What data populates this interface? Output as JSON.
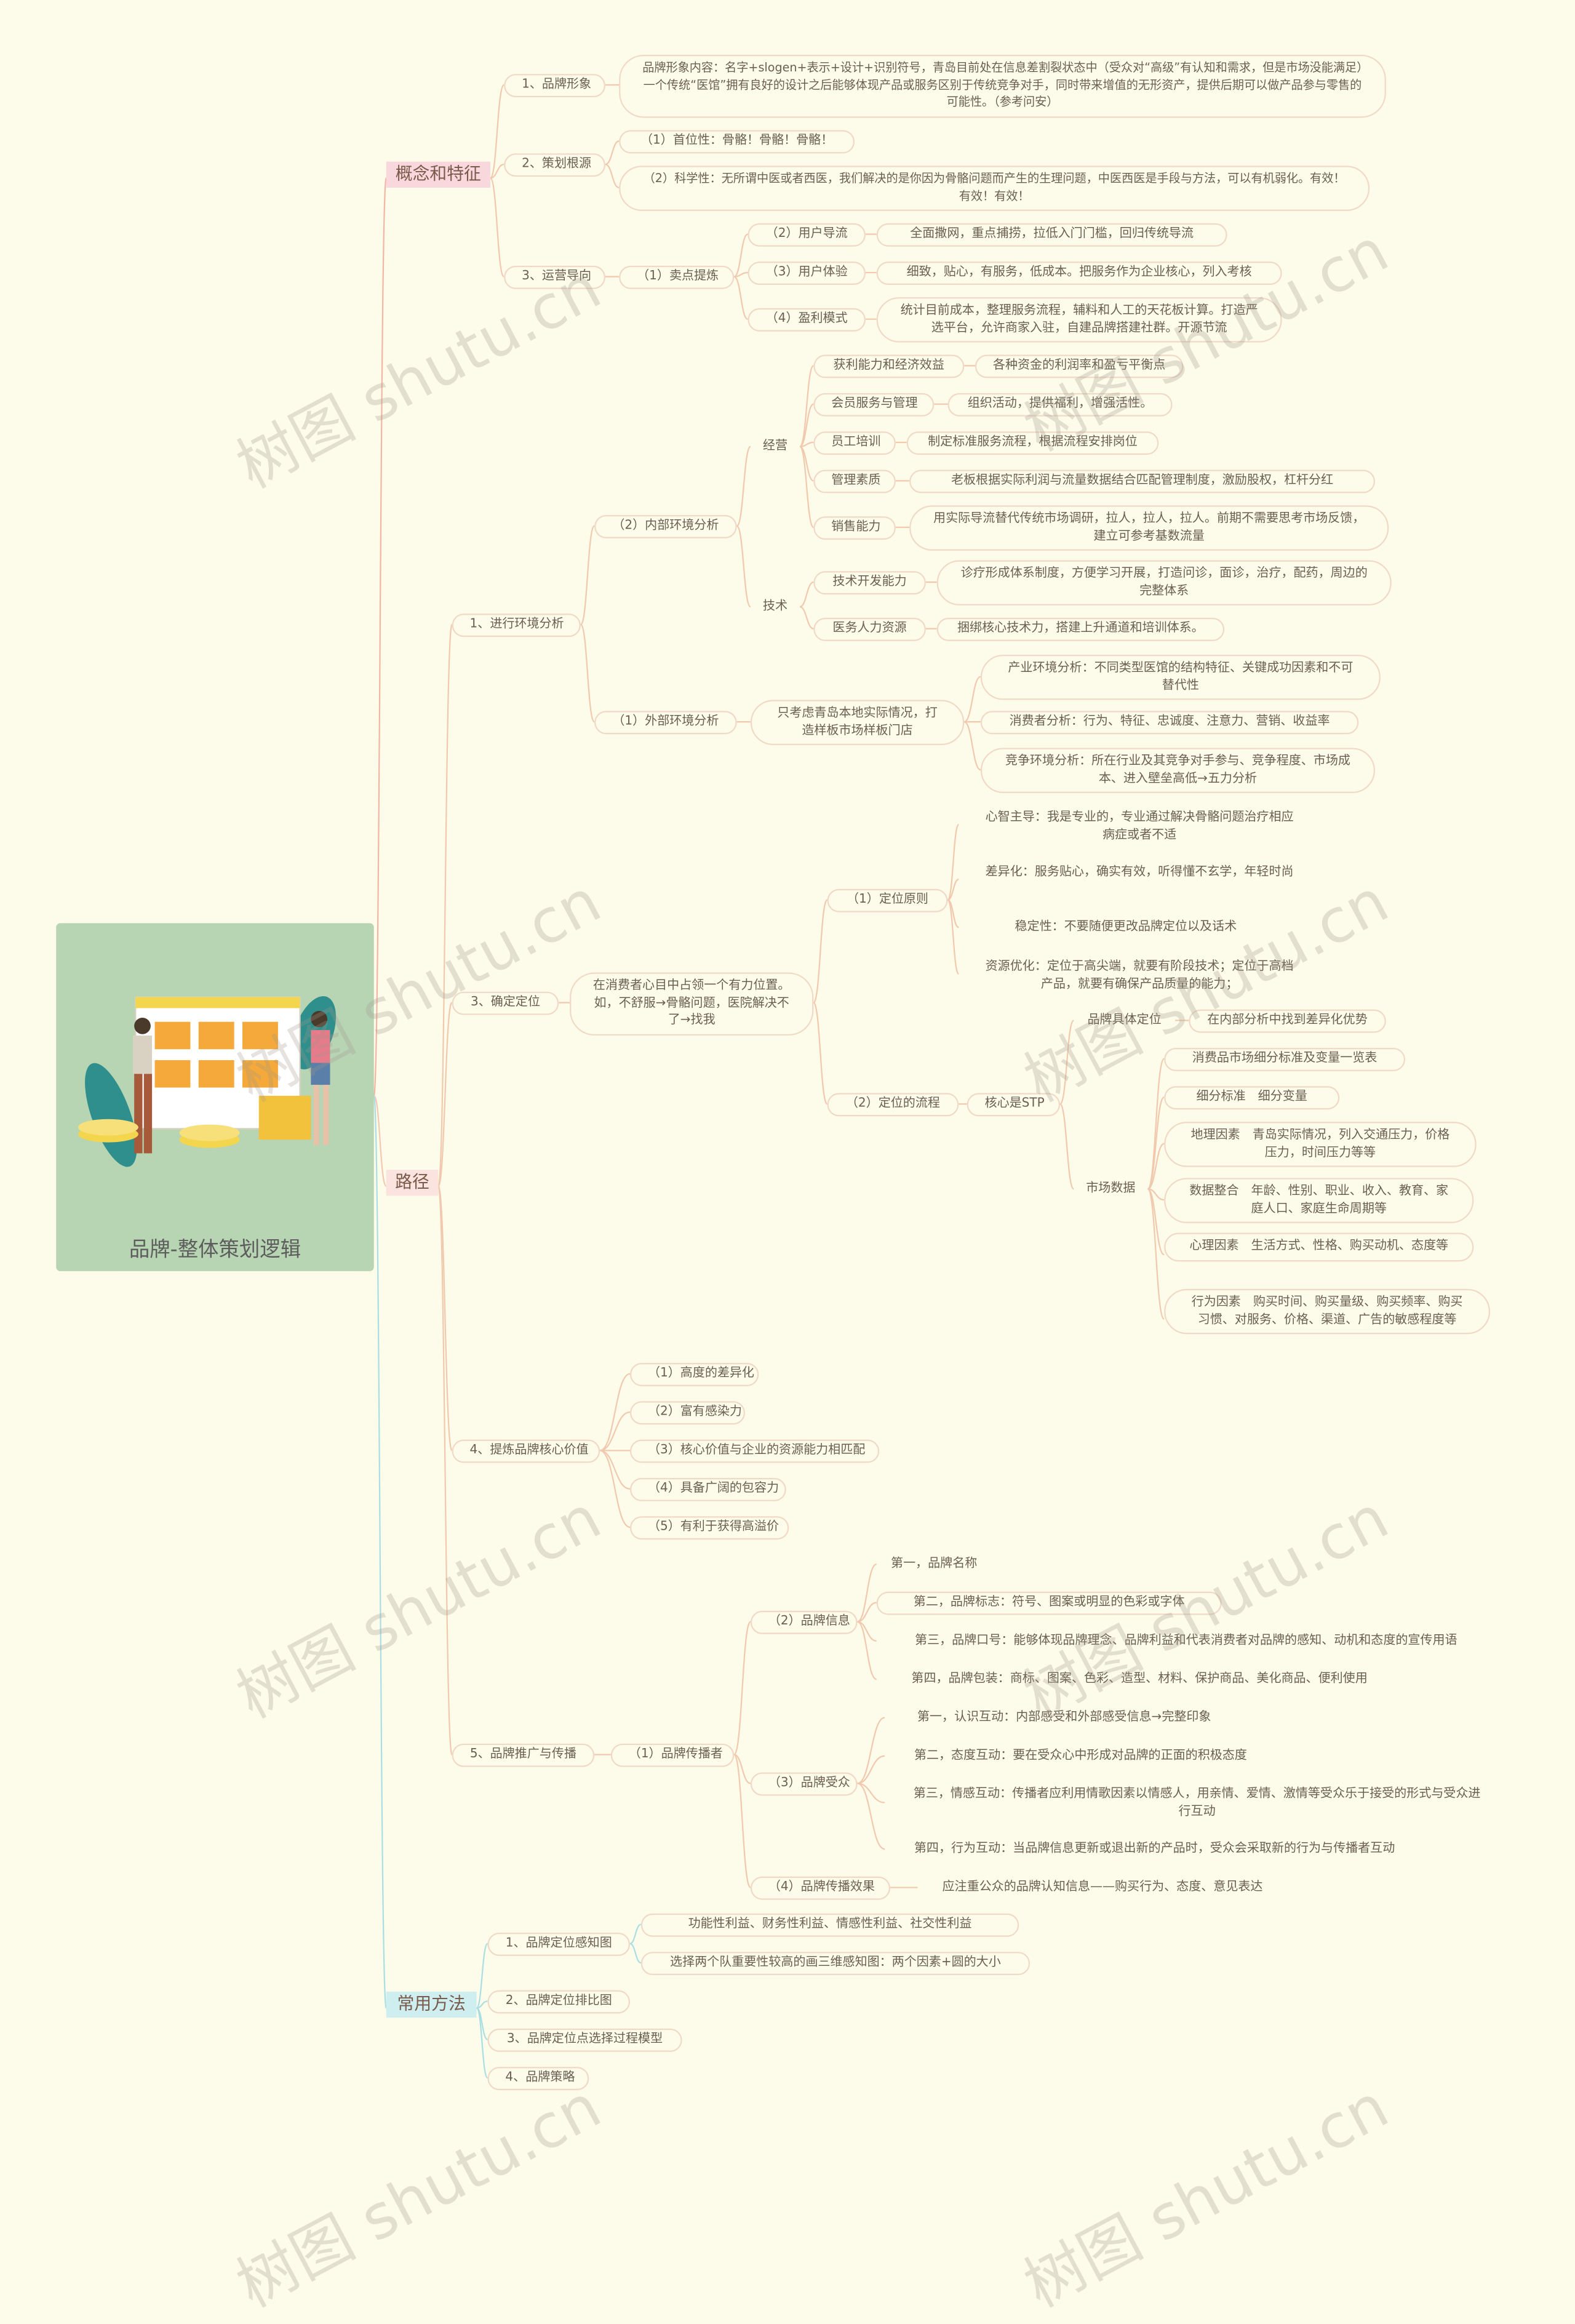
{
  "root": {
    "title": "品牌-整体策划逻辑",
    "illustration": "two-people-presenting-board-illustration"
  },
  "watermark": "树图 shutu.cn",
  "branches": {
    "concept": {
      "label": "概念和特征",
      "brand_image": {
        "label": "1、品牌形象",
        "text": "品牌形象内容：名字+slogen+表示+设计+识别符号，青岛目前处在信息差割裂状态中（受众对“高级”有认知和需求，但是市场没能满足）一个传统“医馆”拥有良好的设计之后能够体现产品或服务区别于传统竞争对手，同时带来增值的无形资产，提供后期可以做产品参与零售的可能性。（参考问安）"
      },
      "planning_basis": {
        "label": "2、策划根源",
        "item1": "（1）首位性：骨骼！骨骼！骨骼！",
        "item2": "（2）科学性：无所谓中医或者西医，我们解决的是你因为骨骼问题而产生的生理问题，中医西医是手段与方法，可以有机弱化。有效！有效！有效！"
      },
      "operation": {
        "label": "3、运营导向",
        "selling_point": "（1）卖点提炼",
        "flow": {
          "label": "（2）用户导流",
          "text": "全面撒网，重点捕捞，拉低入门门槛，回归传统导流"
        },
        "experience": {
          "label": "（3）用户体验",
          "text": "细致，贴心，有服务，低成本。把服务作为企业核心，列入考核"
        },
        "profit": {
          "label": "（4）盈利模式",
          "text": "统计目前成本，整理服务流程，辅料和人工的天花板计算。打造严选平台，允许商家入驻，自建品牌搭建社群。开源节流"
        }
      }
    },
    "path": {
      "label": "路径",
      "env": {
        "label": "1、进行环境分析",
        "internal": {
          "label": "（2）内部环境分析",
          "operation": {
            "label": "经营",
            "items": [
              {
                "label": "获利能力和经济效益",
                "text": "各种资金的利润率和盈亏平衡点"
              },
              {
                "label": "会员服务与管理",
                "text": "组织活动，提供福利，增强活性。"
              },
              {
                "label": "员工培训",
                "text": "制定标准服务流程，根据流程安排岗位"
              },
              {
                "label": "管理素质",
                "text": "老板根据实际利润与流量数据结合匹配管理制度，激励股权，杠杆分红"
              },
              {
                "label": "销售能力",
                "text": "用实际导流替代传统市场调研，拉人，拉人，拉人。前期不需要思考市场反馈，建立可参考基数流量"
              }
            ]
          },
          "tech": {
            "label": "技术",
            "items": [
              {
                "label": "技术开发能力",
                "text": "诊疗形成体系制度，方便学习开展，打造问诊，面诊，治疗，配药，周边的完整体系"
              },
              {
                "label": "医务人力资源",
                "text": "捆绑核心技术力，搭建上升通道和培训体系。"
              }
            ]
          }
        },
        "external": {
          "label": "（1）外部环境分析",
          "text": "只考虑青岛本地实际情况，打造样板市场样板门店",
          "items": [
            "产业环境分析：不同类型医馆的结构特征、关键成功因素和不可替代性",
            "消费者分析：行为、特征、忠诚度、注意力、营销、收益率",
            "竞争环境分析：所在行业及其竞争对手参与、竞争程度、市场成本、进入壁垒高低→五力分析"
          ]
        }
      },
      "positioning": {
        "label": "3、确定定位",
        "text": "在消费者心目中占领一个有力位置。如，不舒服→骨骼问题，医院解决不了→找我",
        "principles": {
          "label": "（1）定位原则",
          "items": [
            "心智主导：我是专业的，专业通过解决骨骼问题治疗相应病症或者不适",
            "差异化：服务贴心，确实有效，听得懂不玄学，年轻时尚",
            "稳定性：不要随便更改品牌定位以及话术",
            "资源优化：定位于高尖端，就要有阶段技术；定位于高档产品，就要有确保产品质量的能力；"
          ]
        },
        "process": {
          "label": "（2）定位的流程",
          "core": "核心是STP",
          "specific": {
            "label": "品牌具体定位",
            "text": "在内部分析中找到差异化优势"
          },
          "market": {
            "label": "市场数据",
            "items": [
              "消费品市场细分标准及变量一览表",
              "细分标准　细分变量",
              "地理因素　青岛实际情况，列入交通压力，价格压力，时间压力等等",
              "数据整合　年龄、性别、职业、收入、教育、家庭人口、家庭生命周期等",
              "心理因素　生活方式、性格、购买动机、态度等",
              "行为因素　购买时间、购买量级、购买频率、购买习惯、对服务、价格、渠道、广告的敏感程度等"
            ]
          }
        }
      },
      "core_value": {
        "label": "4、提炼品牌核心价值",
        "items": [
          "（1）高度的差异化",
          "（2）富有感染力",
          "（3）核心价值与企业的资源能力相匹配",
          "（4）具备广阔的包容力",
          "（5）有利于获得高溢价"
        ]
      },
      "promotion": {
        "label": "5、品牌推广与传播",
        "communicator": "（1）品牌传播者",
        "info": {
          "label": "（2）品牌信息",
          "items": [
            "第一，品牌名称",
            "第二，品牌标志：符号、图案或明显的色彩或字体",
            "第三，品牌口号：能够体现品牌理念、品牌利益和代表消费者对品牌的感知、动机和态度的宣传用语",
            "第四，品牌包装：商标、图案、色彩、造型、材料、保护商品、美化商品、便利使用"
          ]
        },
        "audience": {
          "label": "（3）品牌受众",
          "items": [
            "第一，认识互动：内部感受和外部感受信息→完整印象",
            "第二，态度互动：要在受众心中形成对品牌的正面的积极态度",
            "第三，情感互动：传播者应利用情歌因素以情感人，用亲情、爱情、激情等受众乐于接受的形式与受众进行互动",
            "第四，行为互动：当品牌信息更新或退出新的产品时，受众会采取新的行为与传播者互动"
          ]
        },
        "effect": {
          "label": "（4）品牌传播效果",
          "text": "应注重公众的品牌认知信息——购买行为、态度、意见表达"
        }
      }
    },
    "methods": {
      "label": "常用方法",
      "perception": {
        "label": "1、品牌定位感知图",
        "items": [
          "功能性利益、财务性利益、情感性利益、社交性利益",
          "选择两个队重要性较高的画三维感知图：两个因素+圆的大小"
        ]
      },
      "ranking": "2、品牌定位排比图",
      "selection": "3、品牌定位点选择过程模型",
      "strategy": "4、品牌策略"
    }
  },
  "colors": {
    "background": "#fdfbe9",
    "root": "#b7d4b3",
    "concept": "#f8d8dc",
    "path": "#fbe3df",
    "methods": "#cfeef0",
    "line": "#f0c9ae"
  }
}
